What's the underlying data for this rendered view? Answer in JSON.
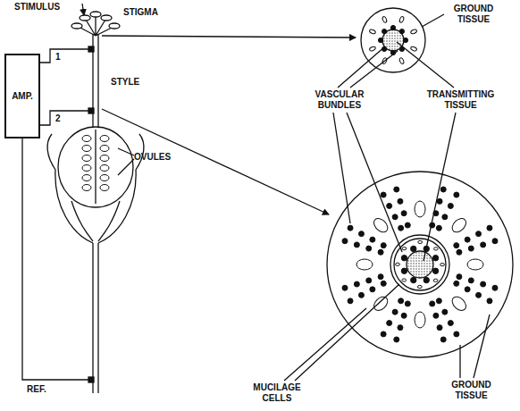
{
  "diagram": {
    "nodes": [
      {
        "text": [
          "AMP."
        ]
      }
    ],
    "labels": [
      "STIMULUS",
      "STIGMA",
      "1",
      "2",
      "STYLE",
      "OVULES",
      "REF.",
      "GROUND TISSUE",
      "VASCULAR BUNDLES",
      "TRANSMITTING TISSUE",
      "MUCILAGE CELLS",
      "GROUND TISSUE"
    ]
  }
}
